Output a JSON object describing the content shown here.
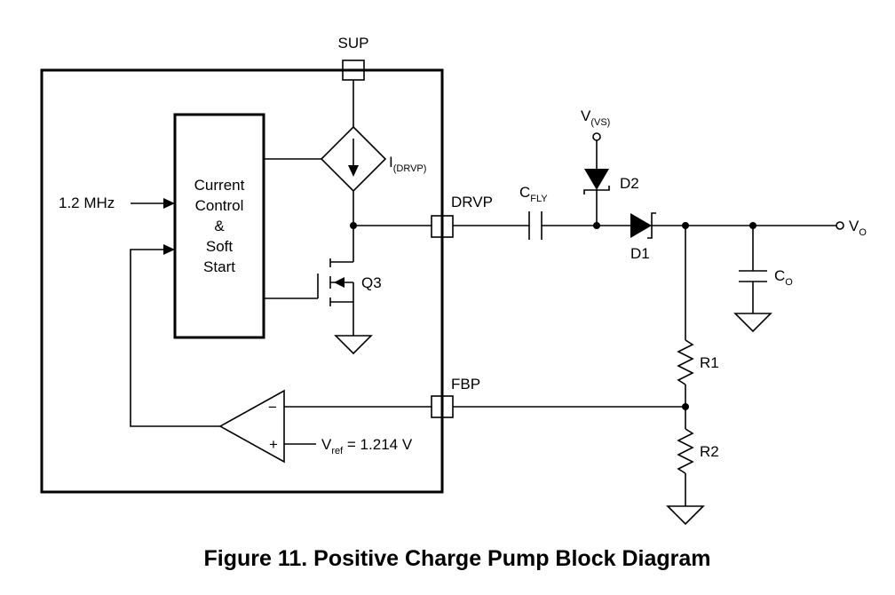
{
  "caption": "Figure 11.  Positive Charge Pump Block Diagram",
  "block": {
    "line1": "Current",
    "line2": "Control",
    "line3": "&",
    "line4": "Soft",
    "line5": "Start"
  },
  "pins": {
    "sup": "SUP",
    "drvp": "DRVP",
    "fbp": "FBP"
  },
  "labels": {
    "clock": "1.2 MHz",
    "current_source_main": "I",
    "current_source_sub": "(DRVP)",
    "transistor": "Q3",
    "cap_fly_main": "C",
    "cap_fly_sub": "FLY",
    "vs_main": "V",
    "vs_sub": "(VS)",
    "diode2": "D2",
    "diode1": "D1",
    "vout_main": "V",
    "vout_sub": "O",
    "cap_out_main": "C",
    "cap_out_sub": "O",
    "r1": "R1",
    "r2": "R2",
    "vref_main": "V",
    "vref_sub": "ref",
    "vref_value": " = 1.214 V",
    "minus": "−",
    "plus": "+"
  }
}
